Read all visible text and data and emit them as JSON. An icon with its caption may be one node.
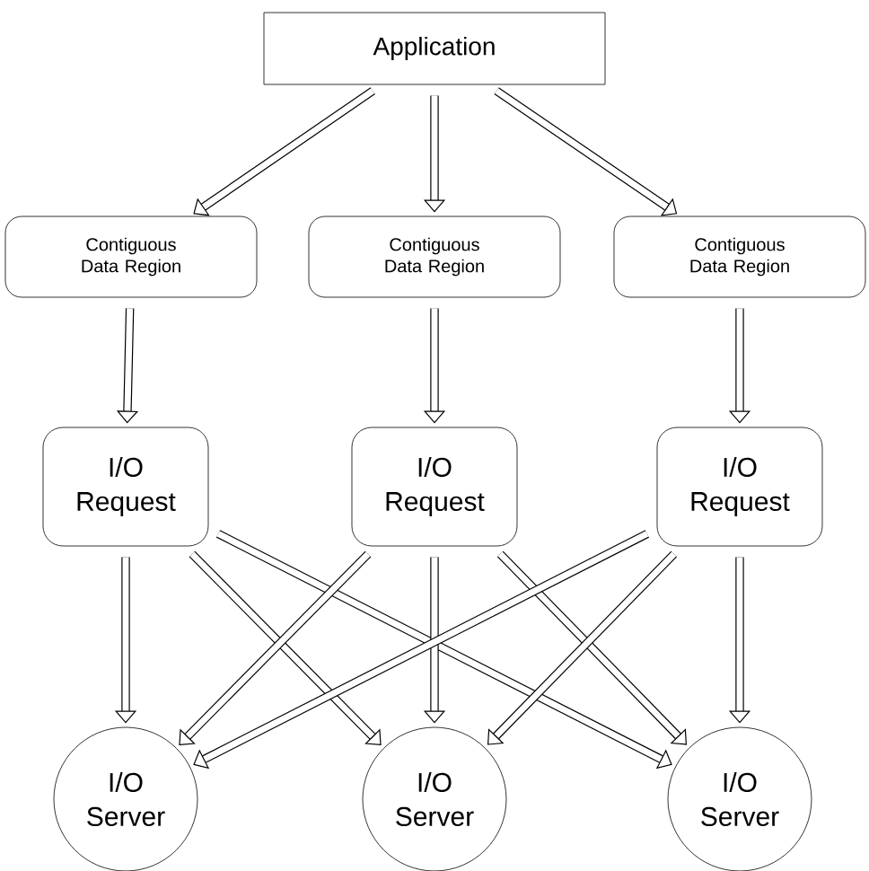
{
  "diagram": {
    "nodes": [
      {
        "text": [
          "Application"
        ]
      },
      {
        "text": [
          "Contiguous Data Region"
        ]
      },
      {
        "text": [
          "Contiguous Data Region"
        ]
      },
      {
        "text": [
          "Contiguous Data Region"
        ]
      },
      {
        "text": [
          "I/O Request"
        ]
      },
      {
        "text": [
          "I/O Request"
        ]
      },
      {
        "text": [
          "I/O Request"
        ]
      },
      {
        "text": [
          "I/O Server"
        ]
      },
      {
        "text": [
          "I/O Server"
        ]
      },
      {
        "text": [
          "I/O Server"
        ]
      }
    ],
    "edges": [
      {
        "from": 0,
        "to": 1,
        "arrow": "to"
      },
      {
        "from": 0,
        "to": 2,
        "arrow": "to"
      },
      {
        "from": 0,
        "to": 3,
        "arrow": "to"
      },
      {
        "from": 1,
        "to": 4,
        "arrow": "to"
      },
      {
        "from": 2,
        "to": 5,
        "arrow": "to"
      },
      {
        "from": 3,
        "to": 6,
        "arrow": "to"
      },
      {
        "from": 4,
        "to": 7,
        "arrow": "to"
      },
      {
        "from": 4,
        "to": 8,
        "arrow": "to"
      },
      {
        "from": 4,
        "to": 9,
        "arrow": "to"
      },
      {
        "from": 5,
        "to": 7,
        "arrow": "to"
      },
      {
        "from": 5,
        "to": 8,
        "arrow": "to"
      },
      {
        "from": 5,
        "to": 9,
        "arrow": "to"
      },
      {
        "from": 6,
        "to": 7,
        "arrow": "to"
      },
      {
        "from": 6,
        "to": 8,
        "arrow": "to"
      },
      {
        "from": 6,
        "to": 9,
        "arrow": "to"
      }
    ]
  }
}
